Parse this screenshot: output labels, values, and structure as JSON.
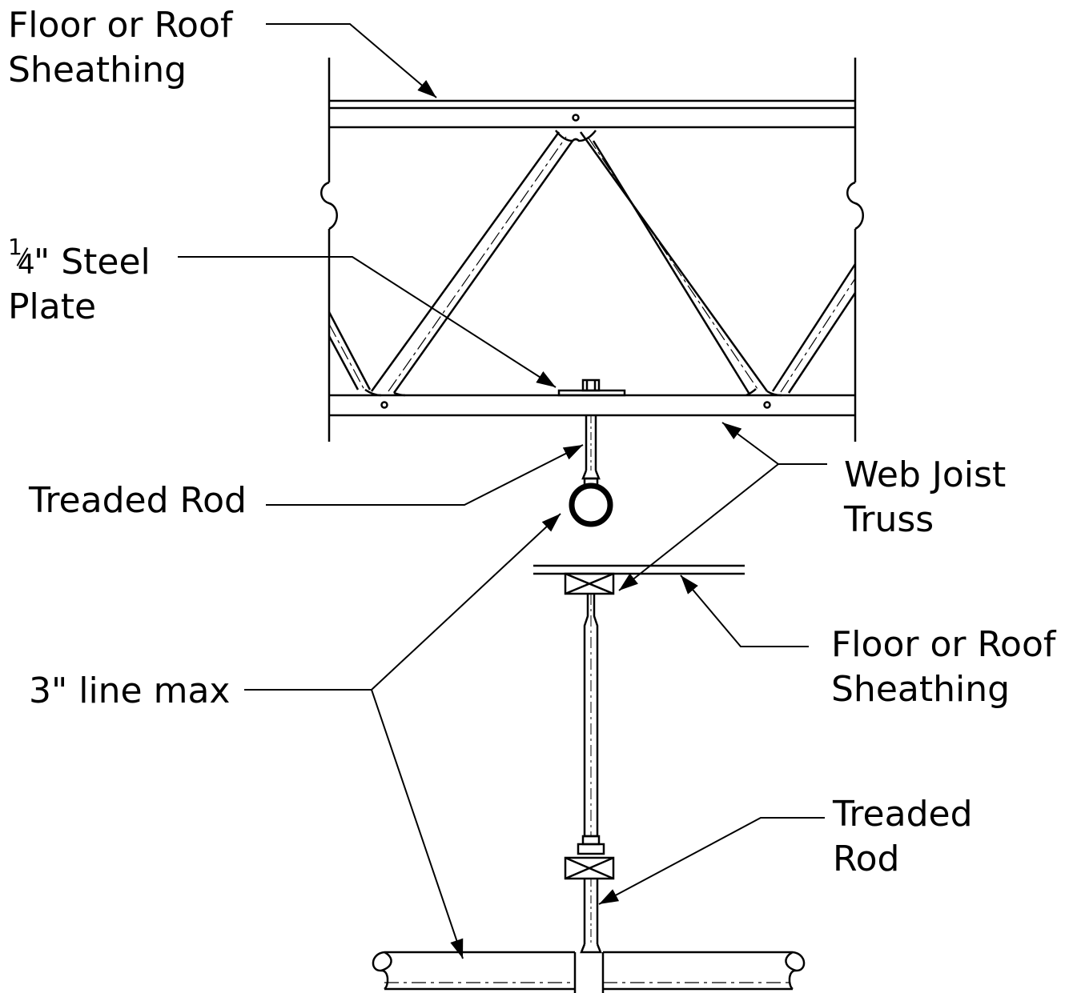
{
  "labels": {
    "sheathing_top": [
      "Floor or Roof",
      "Sheathing"
    ],
    "steel_plate": {
      "fraction_num": "1",
      "fraction_den": "4",
      "line1_rest": "\" Steel",
      "line2": "Plate"
    },
    "rod_top": "Treaded Rod",
    "web_joist": [
      "Web Joist",
      "Truss"
    ],
    "sheathing_bottom": [
      "Floor or Roof",
      "Sheathing"
    ],
    "line_max": "3\" line max",
    "rod_bottom": [
      "Treaded",
      "Rod"
    ]
  }
}
